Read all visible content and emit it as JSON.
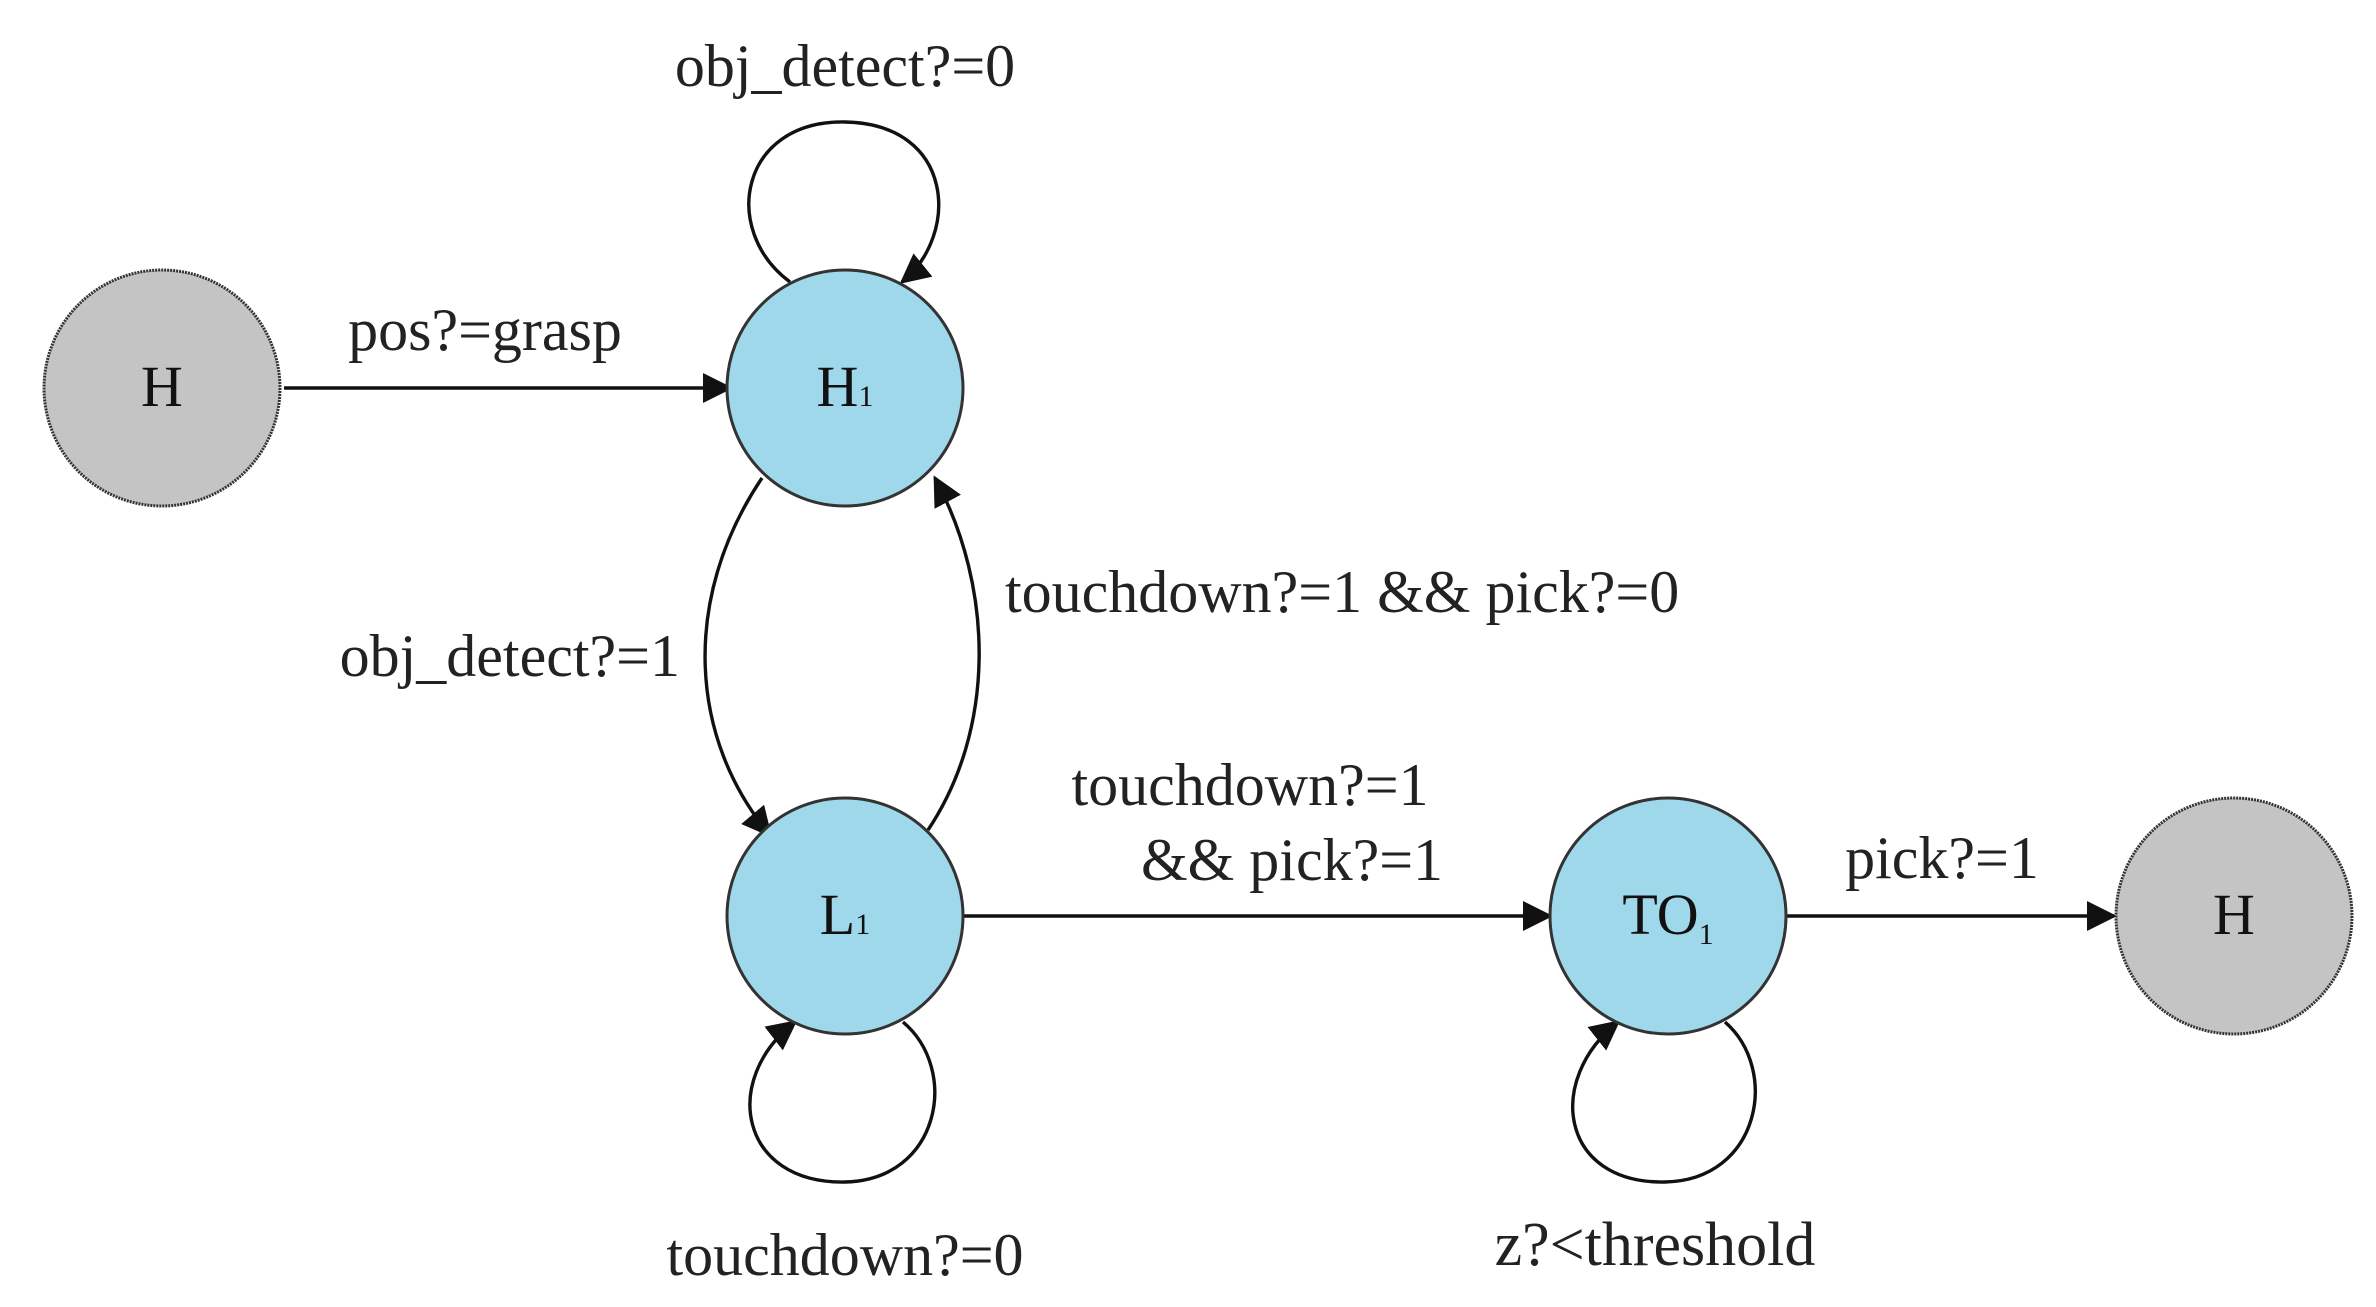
{
  "colors": {
    "initial_node": "#c4c4c4",
    "state_node": "#9ed8ea",
    "edge": "#111111",
    "text": "#222222"
  },
  "nodes": {
    "start_home": {
      "label": "H",
      "sub": "",
      "kind": "initial"
    },
    "h1": {
      "label": "H",
      "sub": "1",
      "kind": "state"
    },
    "l1": {
      "label": "L",
      "sub": "1",
      "kind": "state"
    },
    "to1": {
      "label": "TO",
      "sub": "1",
      "kind": "state"
    },
    "end_home": {
      "label": "H",
      "sub": "",
      "kind": "initial"
    }
  },
  "edges": {
    "h_to_h1": "pos?=grasp",
    "h1_self": "obj_detect?=0",
    "h1_to_l1": "obj_detect?=1",
    "l1_to_h1": "touchdown?=1 && pick?=0",
    "l1_to_to1_line1": "touchdown?=1",
    "l1_to_to1_line2": "&& pick?=1",
    "l1_self": "touchdown?=0",
    "to1_self": "z?<threshold",
    "to1_to_h": "pick?=1"
  }
}
